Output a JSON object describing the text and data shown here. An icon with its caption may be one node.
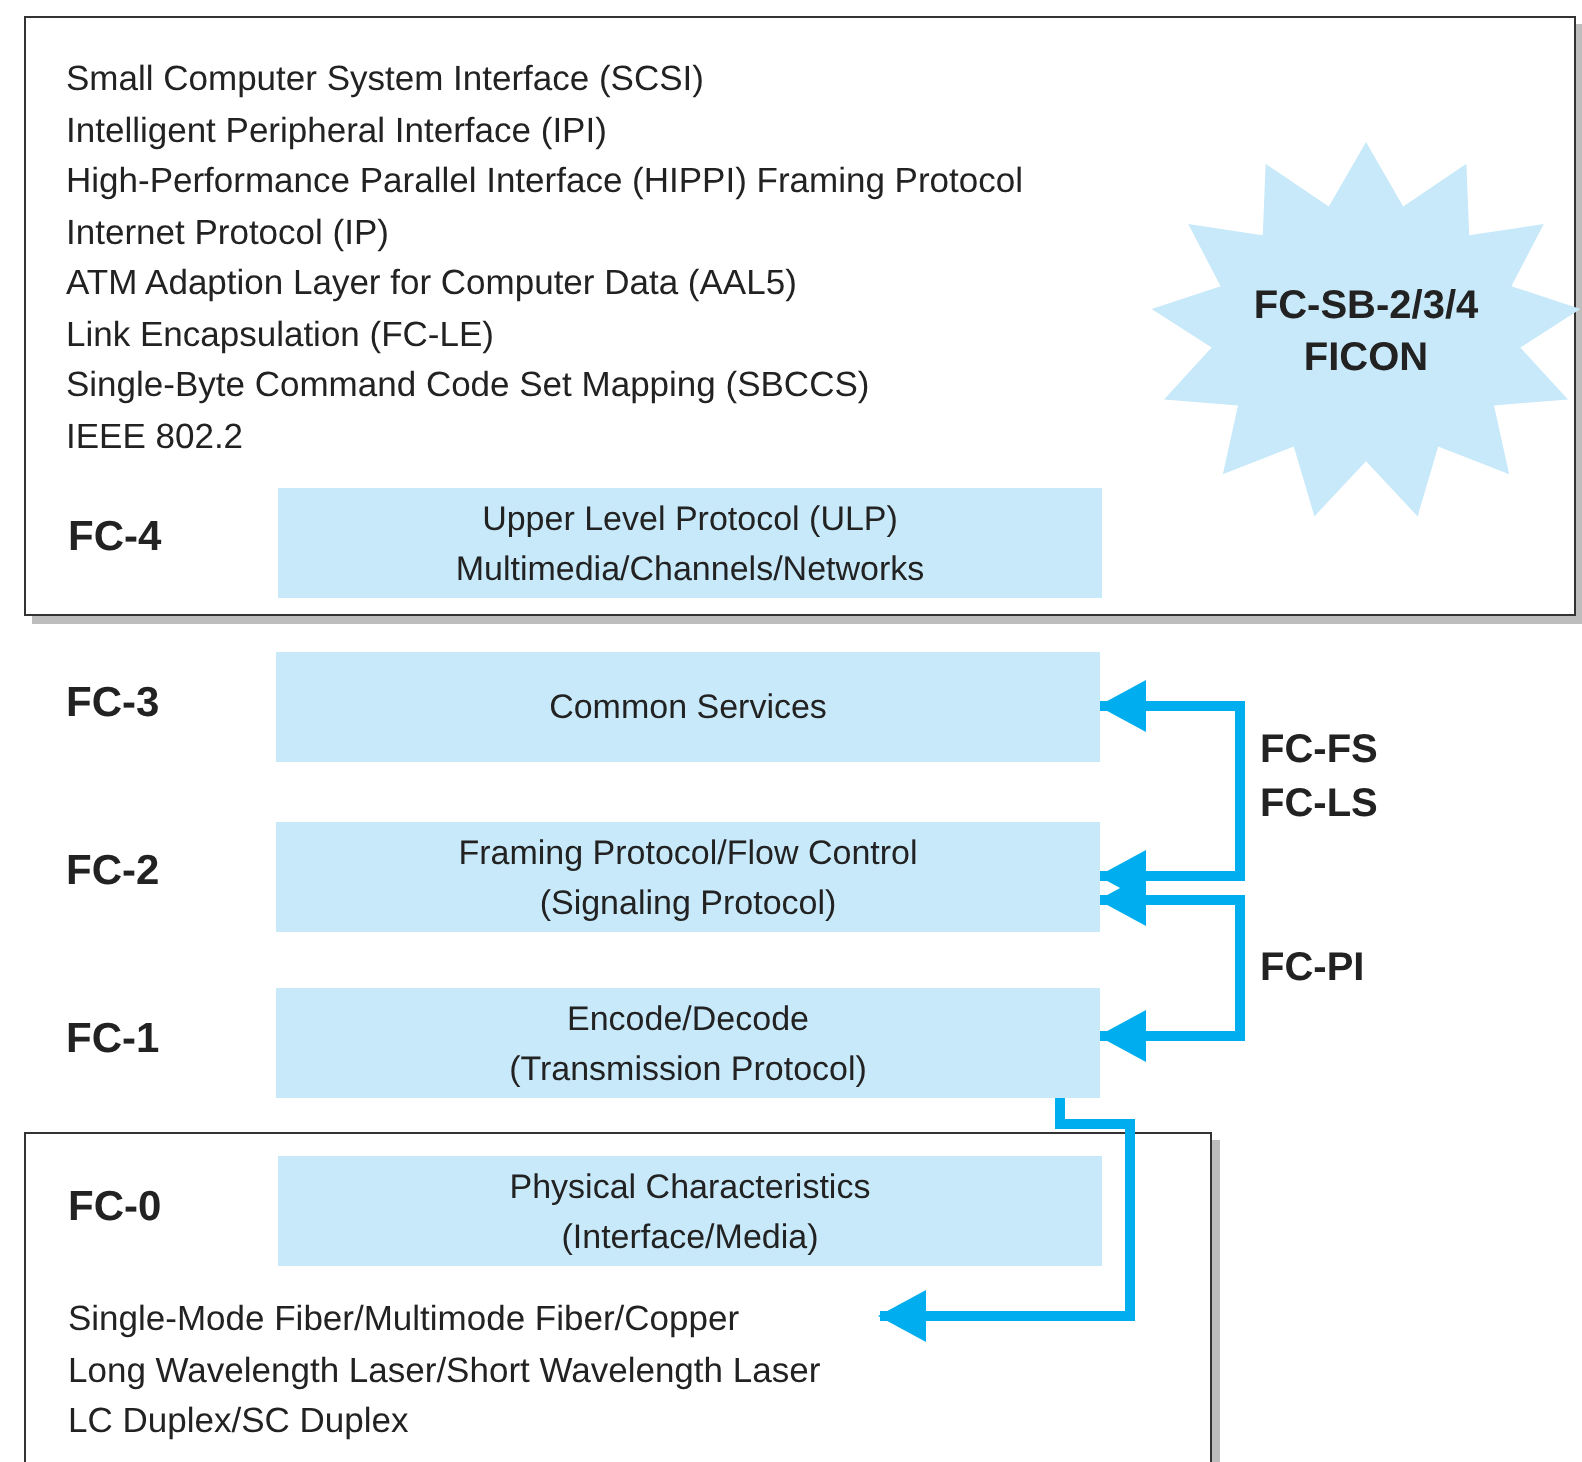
{
  "diagram": {
    "nodes": [
      {
        "text": [
          "Small Computer System Interface (SCSI)",
          "Intelligent Peripheral Interface (IPI)",
          "High-Performance Parallel Interface (HIPPI) Framing Protocol",
          "Internet Protocol (IP)",
          "ATM Adaption Layer for Computer Data (AAL5)",
          "Link Encapsulation (FC-LE)",
          "Single-Byte Command Code Set Mapping (SBCCS)",
          "IEEE 802.2"
        ]
      },
      {
        "text": [
          "Upper Level Protocol (ULP) Multimedia/Channels/Networks"
        ],
        "beside": [
          "FC-4"
        ],
        "in": 0
      },
      {
        "text": [
          "FC-SB-2/3/4 FICON"
        ],
        "in": 0
      },
      {
        "text": [
          "Common Services"
        ],
        "beside": [
          "FC-3"
        ]
      },
      {
        "text": [
          "Framing Protocol/Flow Control (Signaling Protocol)"
        ],
        "beside": [
          "FC-2"
        ]
      },
      {
        "text": [
          "Encode/Decode (Transmission Protocol)"
        ],
        "beside": [
          "FC-1"
        ]
      },
      {
        "text": [],
        "shape": "box"
      },
      {
        "text": [
          "Physical Characteristics (Interface/Media)"
        ],
        "beside": [
          "FC-0"
        ],
        "in": 6
      },
      {
        "text": [
          "Single-Mode Fiber/Multimode Fiber/Copper",
          "Long Wavelength Laser/Short Wavelength Laser",
          "LC Duplex/SC Duplex"
        ],
        "in": 6
      }
    ],
    "edges": [
      {
        "from": 3,
        "to": 4,
        "arrow": "both",
        "label": "FC-FS FC-LS"
      },
      {
        "from": 4,
        "to": 5,
        "arrow": "both",
        "label": "FC-PI"
      },
      {
        "from": 5,
        "to": 8,
        "arrow": "to"
      }
    ]
  }
}
